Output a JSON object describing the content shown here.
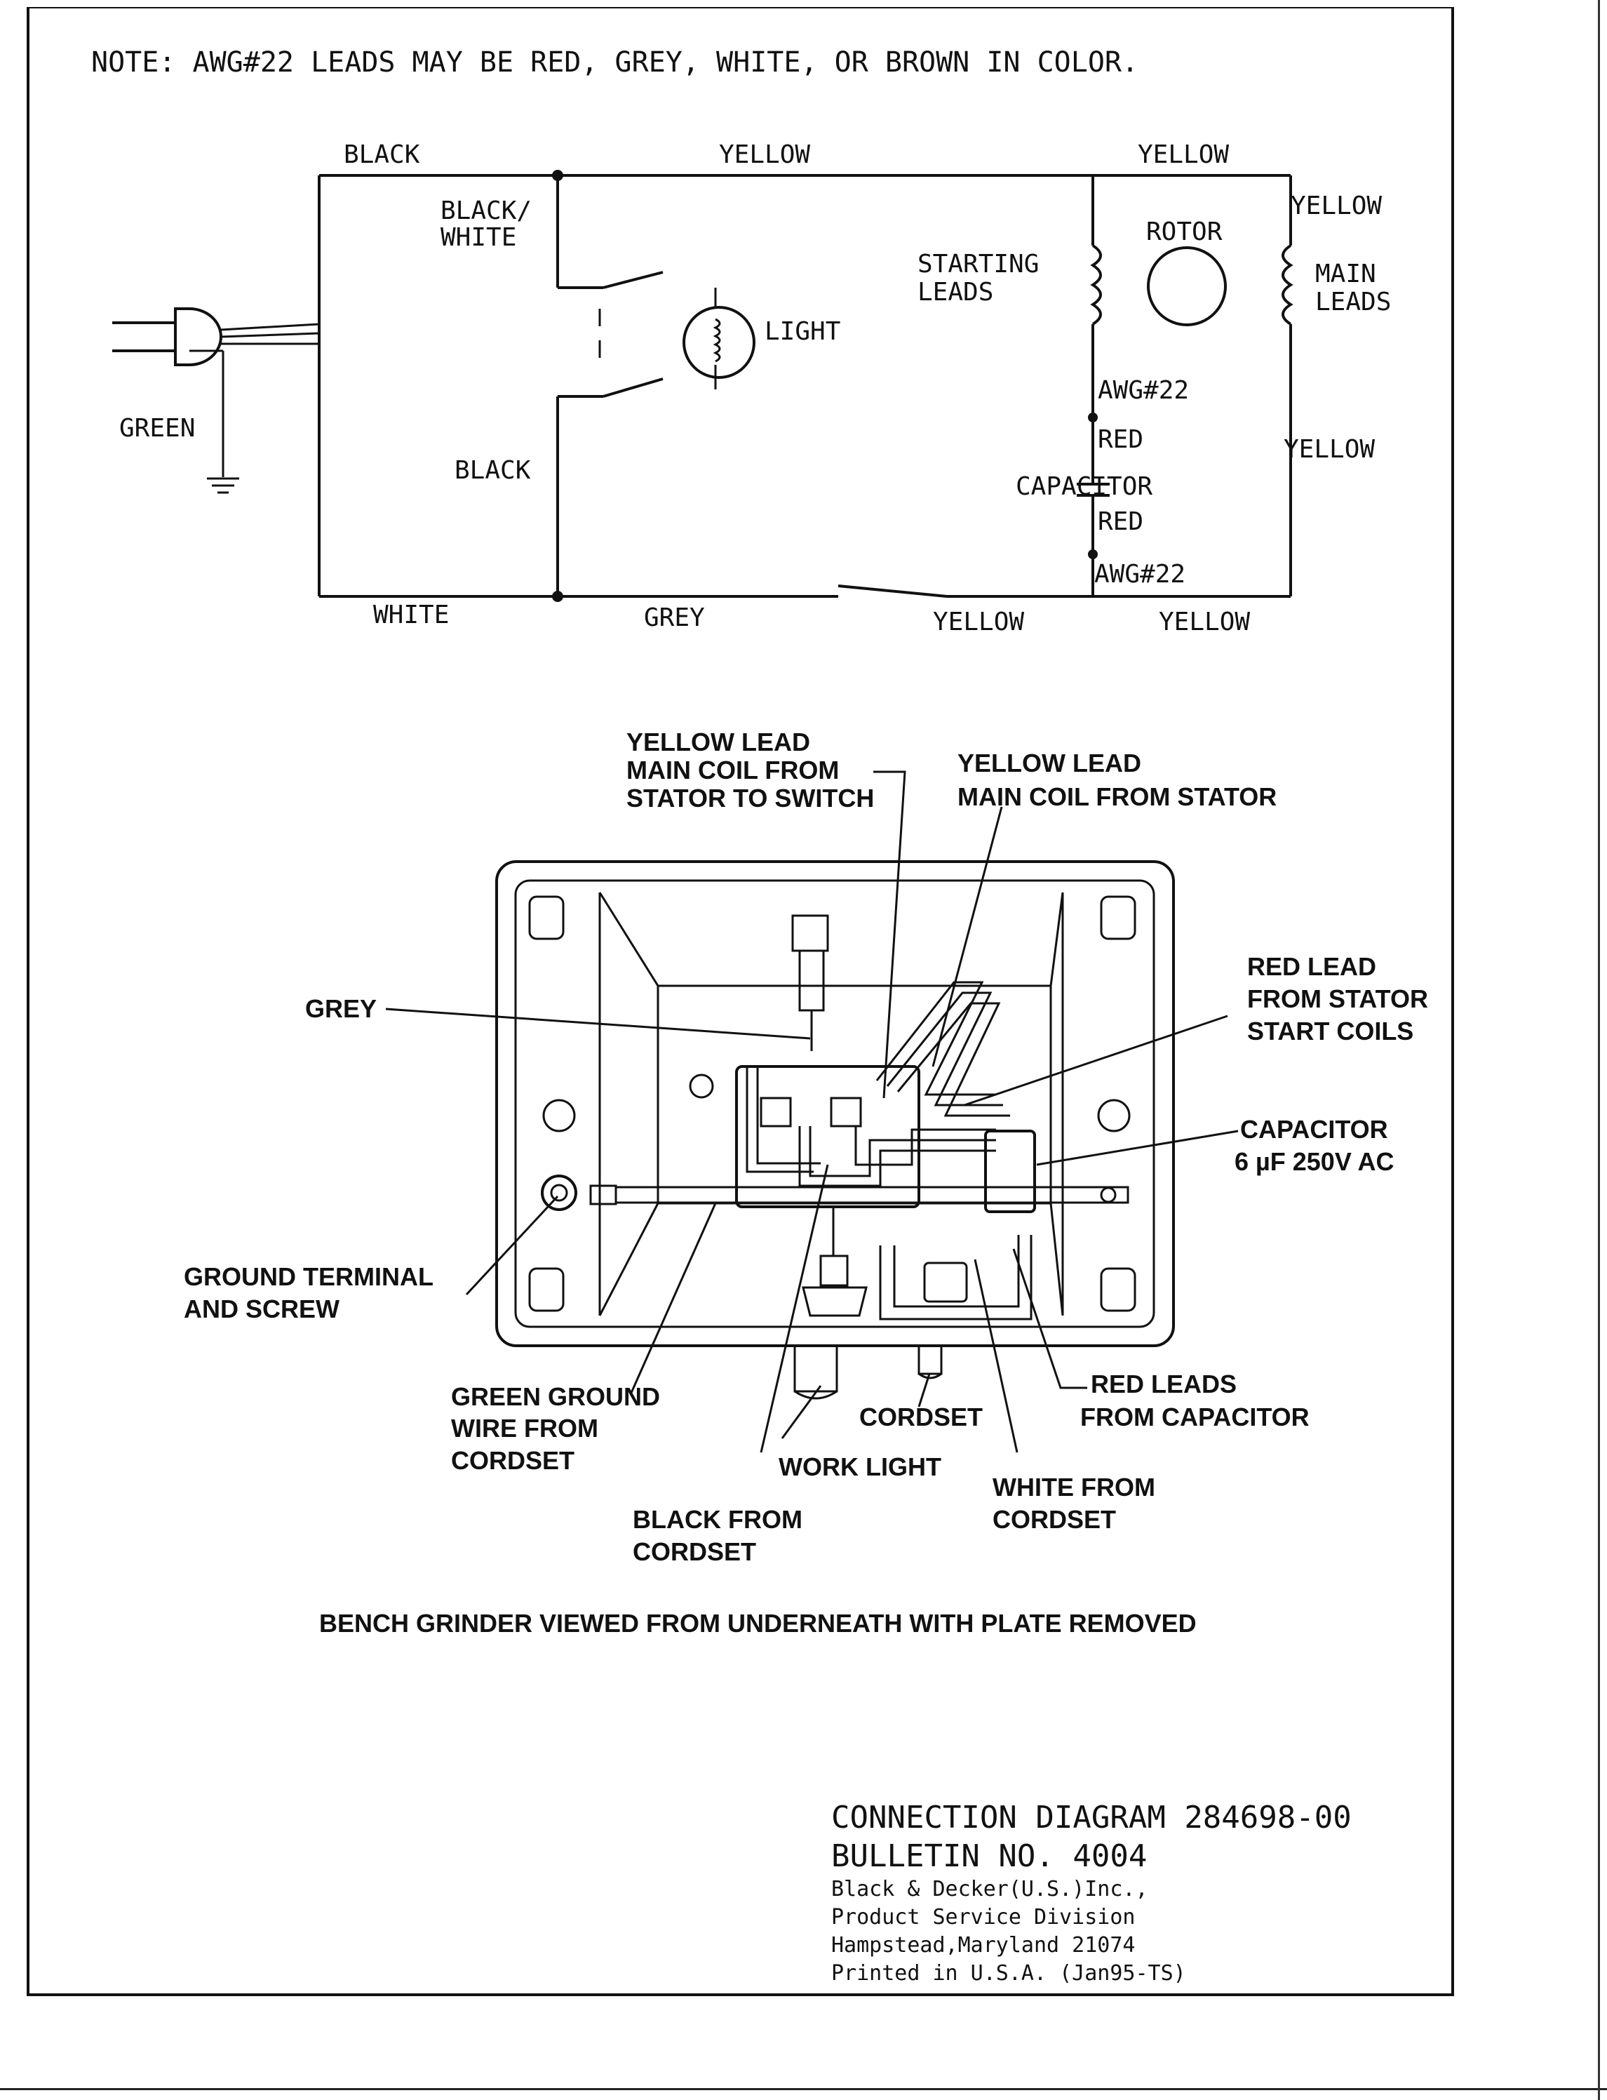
{
  "note": "NOTE: AWG#22 LEADS MAY BE RED, GREY, WHITE, OR BROWN IN COLOR.",
  "schematic": {
    "labels": {
      "black_top": "BLACK",
      "yellow_top_left": "YELLOW",
      "yellow_top_right": "YELLOW",
      "yellow_right_top": "YELLOW",
      "black_white_1": "BLACK/",
      "black_white_2": "WHITE",
      "light": "LIGHT",
      "starting_leads_1": "STARTING",
      "starting_leads_2": "LEADS",
      "rotor": "ROTOR",
      "main_leads_1": "MAIN",
      "main_leads_2": "LEADS",
      "green": "GREEN",
      "black_mid": "BLACK",
      "awg22_top": "AWG#22",
      "red_top": "RED",
      "capacitor": "CAPACITOR",
      "red_bottom": "RED",
      "awg22_bottom": "AWG#22",
      "yellow_right_mid": "YELLOW",
      "white_bottom": "WHITE",
      "grey_bottom": "GREY",
      "yellow_bottom_left": "YELLOW",
      "yellow_bottom_right": "YELLOW"
    }
  },
  "illustration": {
    "callouts": {
      "yellow_switch_1": "YELLOW LEAD",
      "yellow_switch_2": "MAIN COIL FROM",
      "yellow_switch_3": "STATOR TO SWITCH",
      "yellow_stator_1": "YELLOW LEAD",
      "yellow_stator_2": "MAIN COIL FROM STATOR",
      "grey": "GREY",
      "red_lead_1": "RED LEAD",
      "red_lead_2": "FROM STATOR",
      "red_lead_3": "START COILS",
      "capacitor_1": "CAPACITOR",
      "capacitor_2": "6 µF 250V AC",
      "ground_1": "GROUND TERMINAL",
      "ground_2": "AND SCREW",
      "green_ground_1": "GREEN GROUND",
      "green_ground_2": "WIRE FROM",
      "green_ground_3": "CORDSET",
      "cordset": "CORDSET",
      "red_leads_1": "RED LEADS",
      "red_leads_2": "FROM CAPACITOR",
      "work_light": "WORK LIGHT",
      "white_from_1": "WHITE FROM",
      "white_from_2": "CORDSET",
      "black_from_1": "BLACK FROM",
      "black_from_2": "CORDSET"
    },
    "caption": "BENCH GRINDER VIEWED FROM UNDERNEATH WITH PLATE REMOVED"
  },
  "title_block": {
    "line1": "CONNECTION DIAGRAM 284698-00",
    "line2": "BULLETIN NO. 4004",
    "line3": "Black & Decker(U.S.)Inc.,",
    "line4": "Product Service Division",
    "line5": "Hampstead,Maryland 21074",
    "line6": "Printed in U.S.A.  (Jan95-TS)"
  }
}
